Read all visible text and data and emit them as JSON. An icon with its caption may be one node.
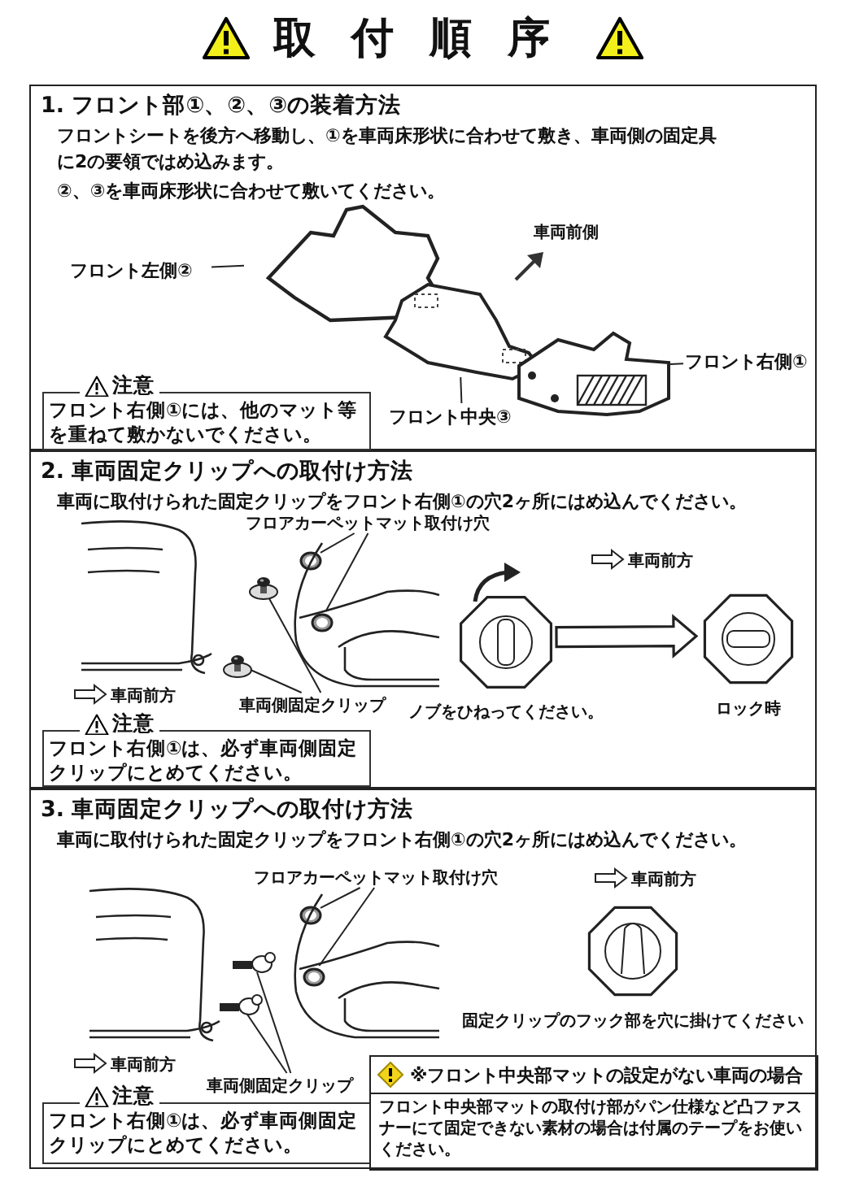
{
  "diagram": {
    "title": "取付順序",
    "nodes": [
      {
        "text": [
          "1. フロント部①、②、③の装着方法",
          "フロントシートを後方へ移動し、①を車両床形状に合わせて敷き、車両側の固定具に2の要領ではめ込みます。",
          "②、③を車両床形状に合わせて敷いてください。"
        ]
      },
      {
        "text": [
          "注意",
          "フロント右側①には、他のマット等を重ねて敷かないでください。"
        ],
        "in": 0
      },
      {
        "text": [
          "フロント左側②"
        ],
        "in": 0
      },
      {
        "text": [],
        "shape": "picture",
        "in": 0
      },
      {
        "text": [
          "フロント中央③"
        ],
        "in": 0
      },
      {
        "text": [],
        "shape": "picture",
        "in": 0
      },
      {
        "text": [
          "フロント右側①"
        ],
        "in": 0
      },
      {
        "text": [],
        "shape": "picture",
        "in": 0
      },
      {
        "text": [
          "2. 車両固定クリップへの取付け方法",
          "車両に取付けられた固定クリップをフロント右側①の穴2ヶ所にはめ込んでください。"
        ]
      },
      {
        "text": [
          "フロアカーペットマット取付け穴"
        ],
        "in": 8
      },
      {
        "text": [],
        "shape": "circle",
        "in": 8
      },
      {
        "text": [],
        "shape": "circle",
        "in": 8
      },
      {
        "text": [
          "車両側固定クリップ"
        ],
        "in": 8
      },
      {
        "text": [],
        "shape": "circle",
        "in": 8
      },
      {
        "text": [],
        "shape": "circle",
        "in": 8
      },
      {
        "text": [
          "注意",
          "フロント右側①は、必ず車両側固定クリップにとめてください。"
        ],
        "in": 8
      },
      {
        "text": [],
        "shape": "picture",
        "in": 8,
        "beside": [
          "ノブをひねってください。"
        ]
      },
      {
        "text": [],
        "shape": "picture",
        "in": 8,
        "beside": [
          "ロック時"
        ]
      },
      {
        "text": [
          "3. 車両固定クリップへの取付け方法",
          "車両に取付けられた固定クリップをフロント右側①の穴2ヶ所にはめ込んでください。"
        ]
      },
      {
        "text": [
          "フロアカーペットマット取付け穴"
        ],
        "in": 18
      },
      {
        "text": [],
        "shape": "circle",
        "in": 18
      },
      {
        "text": [],
        "shape": "circle",
        "in": 18
      },
      {
        "text": [
          "車両側固定クリップ"
        ],
        "in": 18
      },
      {
        "text": [],
        "shape": "picture",
        "in": 18
      },
      {
        "text": [],
        "shape": "picture",
        "in": 18
      },
      {
        "text": [
          "注意",
          "フロント右側①は、必ず車両側固定クリップにとめてください。"
        ],
        "in": 18
      },
      {
        "text": [],
        "shape": "picture",
        "in": 18,
        "beside": [
          "固定クリップのフック部を穴に掛けてください"
        ]
      },
      {
        "text": [
          "※フロント中央部マットの設定がない車両の場合",
          "フロント中央部マットの取付け部がパン仕様など凸ファスナーにて固定できない素材の場合は付属のテープをお使いください。"
        ],
        "in": 18
      }
    ],
    "edges": [
      {
        "from": 2,
        "to": 3,
        "arrow": "none"
      },
      {
        "from": 4,
        "to": 5,
        "arrow": "none"
      },
      {
        "from": 6,
        "to": 7,
        "arrow": "none"
      },
      {
        "from": 9,
        "to": 10,
        "arrow": "none"
      },
      {
        "from": 9,
        "to": 11,
        "arrow": "none"
      },
      {
        "from": 12,
        "to": 13,
        "arrow": "none"
      },
      {
        "from": 12,
        "to": 14,
        "arrow": "none"
      },
      {
        "from": 16,
        "to": 17,
        "arrow": "to",
        "style": "thick"
      },
      {
        "from": 19,
        "to": 20,
        "arrow": "none"
      },
      {
        "from": 19,
        "to": 21,
        "arrow": "none"
      },
      {
        "from": 22,
        "to": 23,
        "arrow": "none"
      },
      {
        "from": 22,
        "to": 24,
        "arrow": "none"
      }
    ],
    "labels": [
      "車両前側",
      "車両前方",
      "車両前方",
      "車両前方",
      "車両前方"
    ]
  }
}
